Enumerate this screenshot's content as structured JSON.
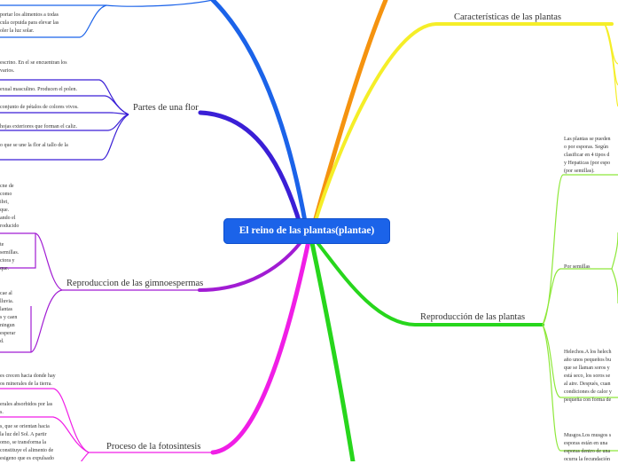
{
  "central_topic": "El reino de las plantas(plantae)",
  "colors": {
    "blue": "#1b63e9",
    "indigo": "#3a1fd6",
    "magenta": "#f01ee6",
    "purple": "#a11cd3",
    "green": "#27d61c",
    "light_green": "#8ee83a",
    "yellow": "#f5ee28",
    "orange": "#f5930f"
  },
  "branches": {
    "top_left_blue": {
      "text": [
        "portar los alimentos a todas",
        "cula cepuida para elevar las",
        "oler la luz solar."
      ]
    },
    "partes": {
      "title": "Partes de una flor",
      "items": [
        [
          "escrino. En el se encuentran los",
          "varios."
        ],
        [
          "exual masculino. Producen el polen."
        ],
        [
          "conjunto de pétalos de colores vivos."
        ],
        [
          "hojas exteriores que forman el caliz."
        ],
        [
          "o que se une la flor al tallo de la"
        ]
      ]
    },
    "gimno": {
      "title": "Reproduccion de las gimnoespermas",
      "text_top": [
        "cne de",
        "como",
        "ibri,",
        "que.",
        "ando el",
        "roducido"
      ],
      "text_mid": [
        "te",
        "semillas.",
        "ctora y",
        "que."
      ],
      "text_low": [
        "cae al",
        "lluvia.",
        "lantas",
        "s y caen",
        "ningun",
        "esperar",
        "d."
      ]
    },
    "foto": {
      "title": "Proceso de la fotosintesis",
      "items": [
        [
          "es crecen hacia donde hay",
          "os minerales de la tierra."
        ],
        [
          "erales absorbidos por las",
          "s."
        ],
        [
          "s, que se orientan hacia",
          "la luz del Sol. A partir",
          "omo, se transforma la",
          "constituye el alimento de",
          "esigeno que es expulsado"
        ]
      ]
    },
    "caracteristicas": {
      "title": "Características de las plantas"
    },
    "reproduccion": {
      "title": "Reproducción de las plantas",
      "intro": [
        "Las plantas se pueden",
        "o por esporas. Según",
        "clasificar en 4 tipos d",
        "y Hepaticas (por espo",
        "(por semillas)."
      ],
      "semillas": "Por semillas",
      "helechos": [
        "Helechos.A los helech",
        "año unos pequeños bu",
        "que se llaman soros y",
        "está seco, los soros se",
        "al aire. Después, cuan",
        "condiciones de calor y",
        "pequeña con forma de"
      ],
      "musgos": [
        "Musgos.Los musgos s",
        "esporas están en una",
        "esporas dentro de una",
        "ocurra la fecundación"
      ]
    }
  }
}
